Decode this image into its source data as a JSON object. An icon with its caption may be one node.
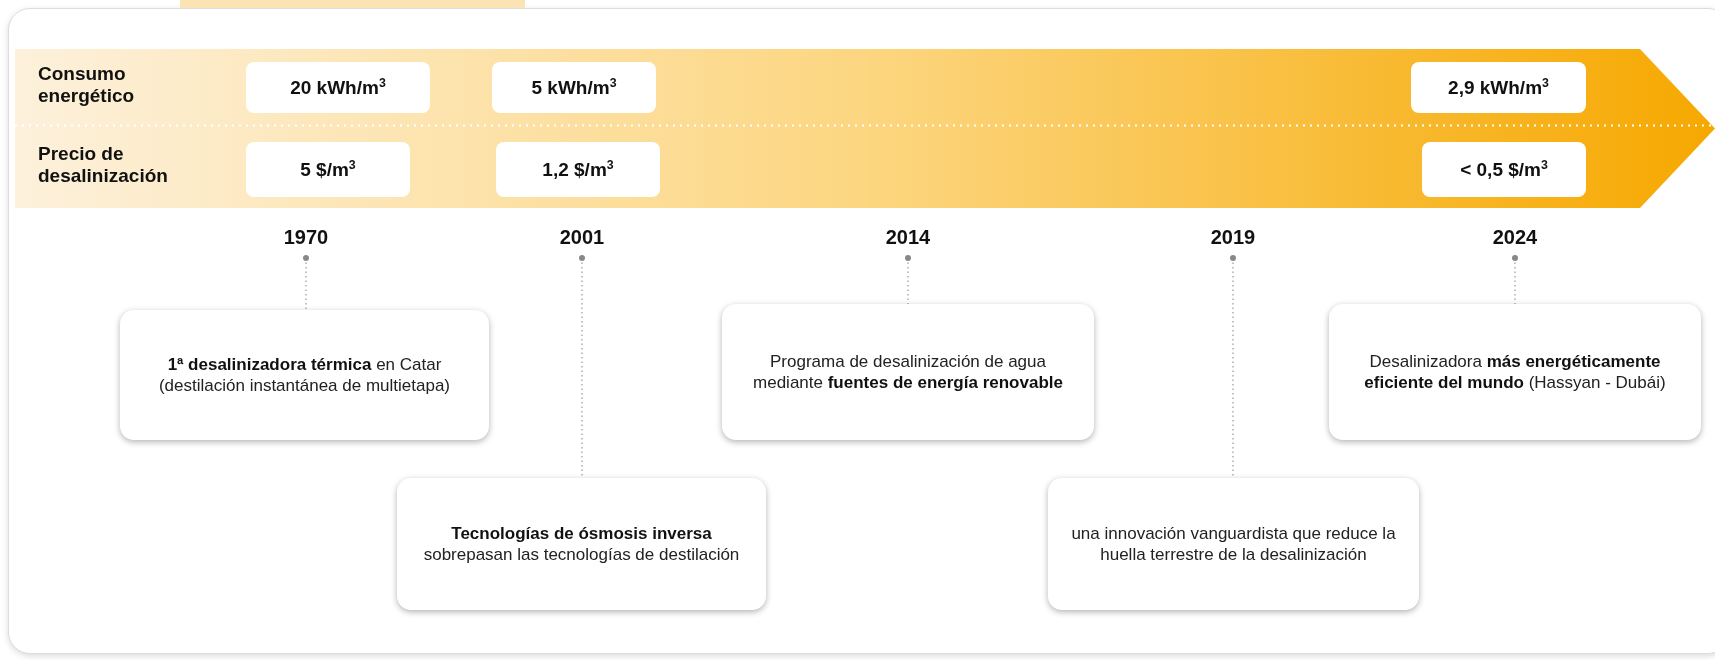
{
  "diagram": {
    "nodes": [
      {
        "text": [
          "Consumo energético",
          "Precio de desalinización"
        ]
      },
      {
        "text": [
          "20 kWh/m$^{3}$"
        ],
        "in": 0
      },
      {
        "text": [
          "5 kWh/m$^{3}$"
        ],
        "in": 0
      },
      {
        "text": [
          "2,9 kWh/m$^{3}$"
        ],
        "in": 0
      },
      {
        "text": [
          "5 $/m$^{3}$"
        ],
        "in": 0
      },
      {
        "text": [
          "1,2 $/m$^{3}$"
        ],
        "in": 0
      },
      {
        "text": [
          "< 0,5 $/m$^{3}$"
        ],
        "in": 0
      },
      {
        "text": [
          "1970"
        ]
      },
      {
        "text": [
          "2001"
        ]
      },
      {
        "text": [
          "2014"
        ]
      },
      {
        "text": [
          "2019"
        ]
      },
      {
        "text": [
          "2024"
        ]
      },
      {
        "text": [
          "**1ª desalinizadora térmica** en Catar (destilación instantánea de multietapa)"
        ]
      },
      {
        "text": [
          "**Tecnologías de ósmosis inversa** sobrepasan las tecnologías de destilación"
        ]
      },
      {
        "text": [
          "Programa de desalinización de agua mediante **fuentes de energía renovable**"
        ]
      },
      {
        "text": [
          "una innovación vanguardista que reduce la huella terrestre de la desalinización"
        ]
      },
      {
        "text": [
          "Desalinizadora **más energéticamente eficiente del mundo** (Hassyan - Dubái)"
        ]
      }
    ],
    "edges": [
      {
        "from": 7,
        "to": 12,
        "arrow": "other",
        "style": "dashed"
      },
      {
        "from": 8,
        "to": 13,
        "arrow": "other",
        "style": "dashed"
      },
      {
        "from": 9,
        "to": 14,
        "arrow": "other",
        "style": "dashed"
      },
      {
        "from": 10,
        "to": 15,
        "arrow": "other",
        "style": "dashed"
      },
      {
        "from": 11,
        "to": 16,
        "arrow": "other",
        "style": "dashed"
      }
    ]
  }
}
